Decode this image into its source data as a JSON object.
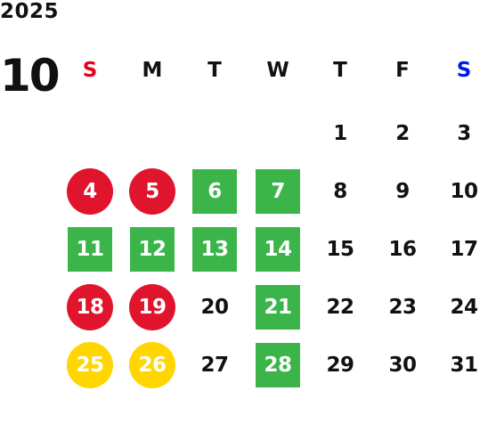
{
  "year": "2025",
  "month": "10",
  "colors": {
    "sunday": "#e6001e",
    "saturday": "#0019e6",
    "holiday_red": "#e0142c",
    "green": "#3bb54a",
    "yellow": "#ffd600",
    "text": "#111111"
  },
  "weekdays": [
    {
      "label": "S",
      "color": "#e6001e"
    },
    {
      "label": "M",
      "color": "#111111"
    },
    {
      "label": "T",
      "color": "#111111"
    },
    {
      "label": "W",
      "color": "#111111"
    },
    {
      "label": "T",
      "color": "#111111"
    },
    {
      "label": "F",
      "color": "#111111"
    },
    {
      "label": "S",
      "color": "#0019e6"
    }
  ],
  "first_weekday_index": 3,
  "days": [
    {
      "day": "1",
      "mark": "none"
    },
    {
      "day": "2",
      "mark": "none"
    },
    {
      "day": "3",
      "mark": "none"
    },
    {
      "day": "4",
      "mark": "red-circle"
    },
    {
      "day": "5",
      "mark": "red-circle"
    },
    {
      "day": "6",
      "mark": "green-square"
    },
    {
      "day": "7",
      "mark": "green-square"
    },
    {
      "day": "8",
      "mark": "none"
    },
    {
      "day": "9",
      "mark": "none"
    },
    {
      "day": "10",
      "mark": "none"
    },
    {
      "day": "11",
      "mark": "green-square"
    },
    {
      "day": "12",
      "mark": "green-square"
    },
    {
      "day": "13",
      "mark": "green-square"
    },
    {
      "day": "14",
      "mark": "green-square"
    },
    {
      "day": "15",
      "mark": "none"
    },
    {
      "day": "16",
      "mark": "none"
    },
    {
      "day": "17",
      "mark": "none"
    },
    {
      "day": "18",
      "mark": "red-circle"
    },
    {
      "day": "19",
      "mark": "red-circle"
    },
    {
      "day": "20",
      "mark": "none"
    },
    {
      "day": "21",
      "mark": "green-square"
    },
    {
      "day": "22",
      "mark": "none"
    },
    {
      "day": "23",
      "mark": "none"
    },
    {
      "day": "24",
      "mark": "none"
    },
    {
      "day": "25",
      "mark": "yellow-circle"
    },
    {
      "day": "26",
      "mark": "yellow-circle"
    },
    {
      "day": "27",
      "mark": "none"
    },
    {
      "day": "28",
      "mark": "green-square"
    },
    {
      "day": "29",
      "mark": "none"
    },
    {
      "day": "30",
      "mark": "none"
    },
    {
      "day": "31",
      "mark": "none"
    }
  ]
}
